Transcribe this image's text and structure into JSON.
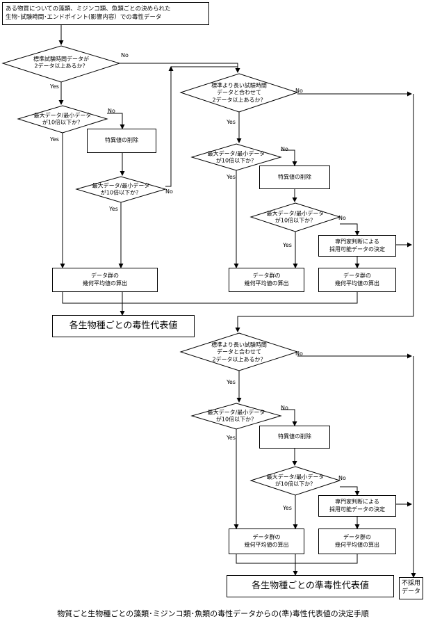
{
  "yes": "Yes",
  "no": "No",
  "start": "ある物質についての藻類、ミジンコ類、魚類ごとの決められた\n生物･試験時間･エンドポイント(影響内容）での毒性データ",
  "q_std2": "標準試験時間データが\n2データ以上あるか？",
  "q_long2": "標準より長い試験時間\nデータと合わせて\n2データ以上あるか？",
  "q_ratio": "最大データ/最小データ\nが10倍以下か？",
  "p_outlier": "特異値の削除",
  "p_expert": "専門家判断による\n採用可能データの決定",
  "p_geomean": "データ群の\n幾何平均値の算出",
  "r_toxic": "各生物種ごとの毒性代表値",
  "r_quasi": "各生物種ごとの準毒性代表値",
  "r_reject": "不採用\nデータ",
  "caption": "物質ごと生物種ごとの藻類･ミジンコ類･魚類の毒性データからの(準)毒性代表値の決定手順"
}
